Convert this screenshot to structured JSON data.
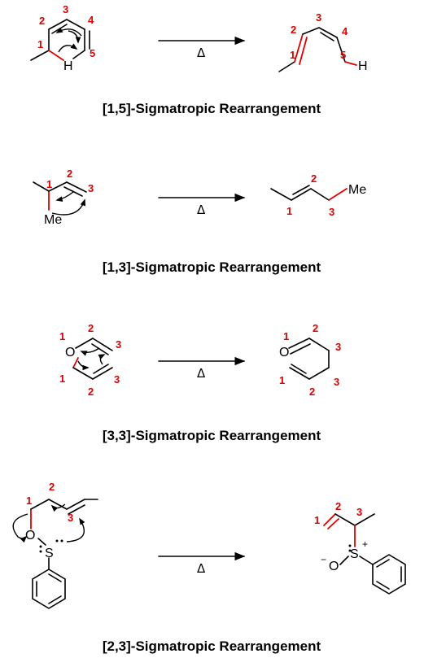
{
  "reactions": [
    {
      "title": "[1,5]-Sigmatropic Rearrangement",
      "condition": "Δ",
      "reactant": {
        "numbers": [
          "1",
          "2",
          "3",
          "4",
          "5"
        ],
        "atoms": [
          "H"
        ]
      },
      "product": {
        "numbers": [
          "1",
          "2",
          "3",
          "4",
          "5"
        ],
        "atoms": [
          "H"
        ]
      }
    },
    {
      "title": "[1,3]-Sigmatropic Rearrangement",
      "condition": "Δ",
      "reactant": {
        "numbers": [
          "1",
          "2",
          "3"
        ],
        "atoms": [
          "Me"
        ]
      },
      "product": {
        "numbers": [
          "1",
          "2",
          "3"
        ],
        "atoms": [
          "Me"
        ]
      }
    },
    {
      "title": "[3,3]-Sigmatropic Rearrangement",
      "condition": "Δ",
      "reactant": {
        "numbers": [
          "1",
          "2",
          "3",
          "1",
          "2",
          "3"
        ],
        "atoms": [
          "O"
        ]
      },
      "product": {
        "numbers": [
          "1",
          "2",
          "3",
          "1",
          "2",
          "3"
        ],
        "atoms": [
          "O"
        ]
      }
    },
    {
      "title": "[2,3]-Sigmatropic Rearrangement",
      "condition": "Δ",
      "reactant": {
        "numbers": [
          "1",
          "2",
          "3"
        ],
        "atoms": [
          "O",
          "S"
        ]
      },
      "product": {
        "numbers": [
          "1",
          "2",
          "3"
        ],
        "atoms": [
          "O",
          "S"
        ],
        "charges": [
          "−",
          "+"
        ]
      }
    }
  ]
}
